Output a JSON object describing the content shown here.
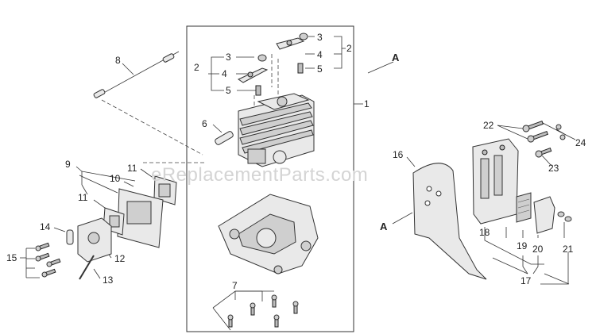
{
  "header_text": "",
  "watermark": "eReplacementParts.com",
  "callouts": {
    "c1": "1",
    "c2a": "2",
    "c2b": "2",
    "c3a": "3",
    "c3b": "3",
    "c4a": "4",
    "c4b": "4",
    "c5a": "5",
    "c5b": "5",
    "c6": "6",
    "c7": "7",
    "c8": "8",
    "c9": "9",
    "c10": "10",
    "c11a": "11",
    "c11b": "11",
    "c12": "12",
    "c13": "13",
    "c14": "14",
    "c15": "15",
    "c16": "16",
    "c17": "17",
    "c18": "18",
    "c19": "19",
    "c20": "20",
    "c21": "21",
    "c22": "22",
    "c23": "23",
    "c24": "24",
    "refA1": "A",
    "refA2": "A"
  },
  "colors": {
    "line": "#333333",
    "part_fill": "#e9e9e9",
    "part_shade": "#cfcfcf",
    "watermark": "#d4d4d4"
  }
}
